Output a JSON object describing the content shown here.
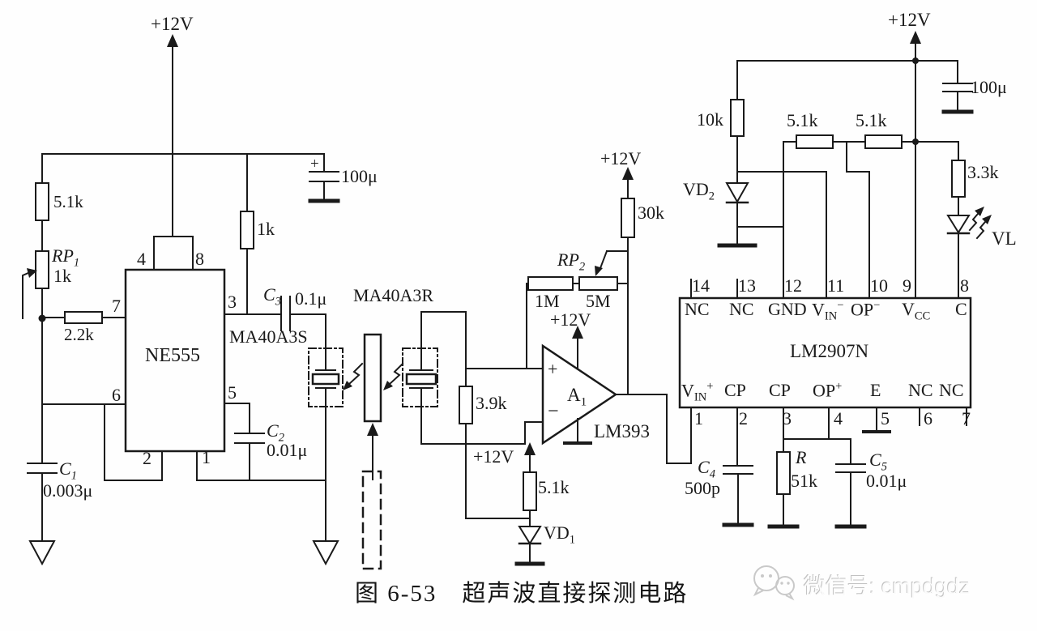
{
  "caption": "图 6-53　超声波直接探测电路",
  "watermark": "微信号: cmpdgdz",
  "supply": "+12V",
  "ne555": {
    "name": "NE555",
    "p1": "1",
    "p2": "2",
    "p3": "3",
    "p4": "4",
    "p5": "5",
    "p6": "6",
    "p7": "7",
    "p8": "8"
  },
  "opamp": {
    "name": "A",
    "name_sub": "1",
    "part": "LM393",
    "plus": "+",
    "minus": "−"
  },
  "lm2907": {
    "name": "LM2907N",
    "top_numbers": [
      "14",
      "13",
      "12",
      "11",
      "10",
      "9",
      "8"
    ],
    "top_pins": [
      {
        "main": "NC"
      },
      {
        "main": "NC"
      },
      {
        "main": "GND"
      },
      {
        "main": "V",
        "sub": "IN",
        "sup": "−"
      },
      {
        "main": "OP",
        "sup": "−"
      },
      {
        "main": "V",
        "sub": "CC"
      },
      {
        "main": "C"
      }
    ],
    "bottom_numbers": [
      "1",
      "2",
      "3",
      "4",
      "5",
      "6",
      "7"
    ],
    "bottom_pins": [
      {
        "main": "V",
        "sub": "IN",
        "sup": "+"
      },
      {
        "main": "CP"
      },
      {
        "main": "CP"
      },
      {
        "main": "OP",
        "sup": "+"
      },
      {
        "main": "E"
      },
      {
        "main": "NC"
      },
      {
        "main": "NC"
      }
    ]
  },
  "components": {
    "r_5k1_osc": {
      "value": "5.1k"
    },
    "rp1": {
      "sym": "RP",
      "sub": "1",
      "value": "1k"
    },
    "r_2k2": {
      "value": "2.2k"
    },
    "r_1k": {
      "value": "1k"
    },
    "c_100u_osc": {
      "plus": "+",
      "value": "100μ"
    },
    "c3": {
      "sym": "C",
      "sub": "3",
      "value": "0.1μ"
    },
    "c2": {
      "sym": "C",
      "sub": "2",
      "value": "0.01μ"
    },
    "c1": {
      "sym": "C",
      "sub": "1",
      "value": "0.003μ"
    },
    "transmitter": "MA40A3S",
    "receiver": "MA40A3R",
    "r_3k9": {
      "value": "3.9k"
    },
    "rp2": {
      "sym": "RP",
      "sub": "2"
    },
    "r_1m": {
      "value": "1M"
    },
    "r_5m": {
      "value": "5M"
    },
    "r_30k": {
      "value": "30k"
    },
    "r_5k1_clamp": {
      "value": "5.1k"
    },
    "vd1": {
      "sym": "VD",
      "sub": "1"
    },
    "r_10k": {
      "value": "10k"
    },
    "vd2": {
      "sym": "VD",
      "sub": "2"
    },
    "r_5k1_a": {
      "value": "5.1k"
    },
    "r_5k1_b": {
      "value": "5.1k"
    },
    "c_100u_main": {
      "value": "100μ"
    },
    "r_3k3": {
      "value": "3.3k"
    },
    "vl": "VL",
    "c4": {
      "sym": "C",
      "sub": "4",
      "value": "500p"
    },
    "r_51k": {
      "sym": "R",
      "value": "51k"
    },
    "c5": {
      "sym": "C",
      "sub": "5",
      "value": "0.01μ"
    }
  }
}
